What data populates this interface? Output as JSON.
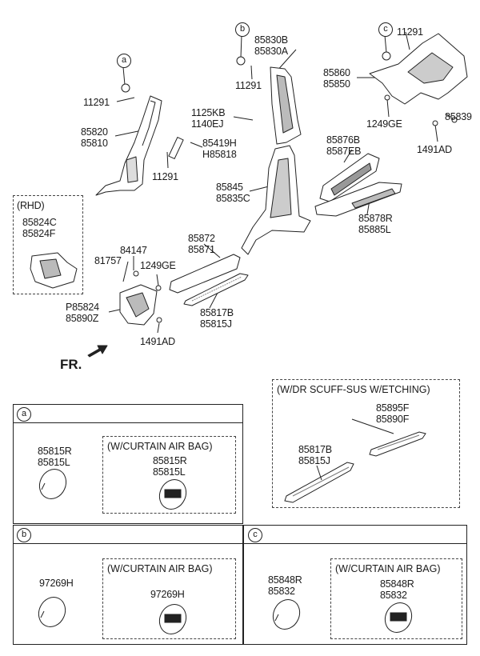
{
  "callouts": {
    "a": "a",
    "b": "b",
    "c": "c"
  },
  "labels": {
    "n11291_a": "11291",
    "n85820": "85820",
    "n85810": "85810",
    "n85830B": "85830B",
    "n85830A": "85830A",
    "n11291_b": "11291",
    "n1125KB": "1125KB",
    "n1140EJ": "1140EJ",
    "n85419H": "85419H",
    "nH85818": "H85818",
    "n11291_mid": "11291",
    "n11291_c": "11291",
    "n85860": "85860",
    "n85850": "85850",
    "n1249GE_top": "1249GE",
    "n85839": "85839",
    "n1491AD_top": "1491AD",
    "n85876B": "85876B",
    "n8587EB": "8587EB",
    "n85845": "85845",
    "n85835C": "85835C",
    "n85878R": "85878R",
    "n85885L": "85885L",
    "rhd": "(RHD)",
    "n85824C": "85824C",
    "n85824F": "85824F",
    "n84147": "84147",
    "n81757": "81757",
    "n1249GE_low": "1249GE",
    "nP85824": "P85824",
    "n85890Z": "85890Z",
    "n1491AD_low": "1491AD",
    "n85872": "85872",
    "n85871": "85871",
    "n85817B": "85817B",
    "n85815J": "85815J",
    "fr": "FR."
  },
  "scuff_box": {
    "title": "(W/DR SCUFF-SUS W/ETCHING)",
    "p1a": "85895F",
    "p1b": "85890F",
    "p2a": "85817B",
    "p2b": "85815J"
  },
  "panel_a": {
    "tag": "a",
    "left_a": "85815R",
    "left_b": "85815L",
    "inner_title": "(W/CURTAIN AIR BAG)",
    "right_a": "85815R",
    "right_b": "85815L"
  },
  "panel_b": {
    "tag": "b",
    "left_a": "97269H",
    "inner_title": "(W/CURTAIN AIR BAG)",
    "right_a": "97269H"
  },
  "panel_c": {
    "tag": "c",
    "left_a": "85848R",
    "left_b": "85832",
    "inner_title": "(W/CURTAIN AIR BAG)",
    "right_a": "85848R",
    "right_b": "85832"
  }
}
